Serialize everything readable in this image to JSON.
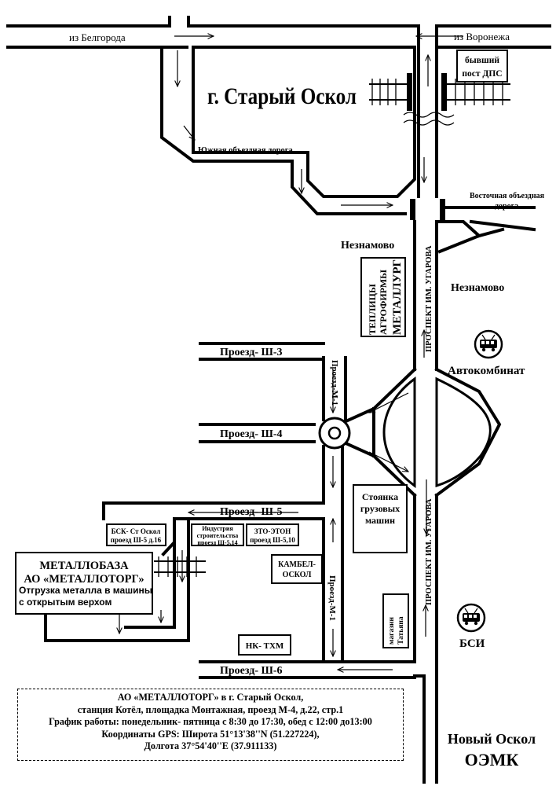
{
  "map": {
    "from_belgorod": "из Белгорода",
    "from_voronezh": "из Воронежа",
    "former_post": [
      "бывший",
      "пост ДПС"
    ],
    "city": "г. Старый Оскол",
    "south_bypass": "Южная объездная дорога",
    "east_bypass": [
      "Восточная объездная",
      "дорога"
    ],
    "neznamovo_left": "Незнамово",
    "neznamovo_right": "Незнамово",
    "metallurg": [
      "ТЕПЛИЦЫ",
      "АГРОФИРМЫ",
      "МЕТАЛЛУРГ"
    ],
    "prospekt_top": "ПРОСПЕКТ ИМ. УГАРОВА",
    "prospekt_bottom": "ПРОСПЕКТ ИМ. УГАРОВА",
    "proezd_sh3": "Проезд- Ш-3",
    "proezd_sh4": "Проезд- Ш-4",
    "proezd_sh5": "Проезд- Ш-5",
    "proezd_sh6": "Проезд- Ш-6",
    "proezd_m1_top": "Проезд-М-1",
    "proezd_m1_bottom": "Проезд-М-1",
    "avtokombinat": "Автокомбинат",
    "bsi": "БСИ",
    "truck_parking": [
      "Стоянка",
      "грузовых",
      "машин"
    ],
    "bsk": [
      "БСК- Ст Оскол",
      "проезд Ш-5 д.16"
    ],
    "industriya": [
      "Индустрия",
      "строительства",
      "проезд Ш-5,14"
    ],
    "zto": [
      "ЗТО-ЭТОН",
      "проезд Ш-5,10"
    ],
    "kambel": [
      "КАМБЕЛ-",
      "ОСКОЛ"
    ],
    "nk_tkhm": "НК- ТХМ",
    "tatyana": [
      "магазин",
      "Татьяна"
    ],
    "metallobaza": [
      "МЕТАЛЛОБАЗА",
      "АО «МЕТАЛЛОТОРГ»"
    ],
    "shipment": [
      "Отгрузка металла в машины",
      "с открытым верхом"
    ]
  },
  "info": {
    "line1": "АО «МЕТАЛЛОТОРГ» в г. Старый Оскол,",
    "line2": "станция Котёл, площадка Монтажная, проезд М-4, д.22, стр.1",
    "line3": "График работы: понедельник- пятница с 8:30 до 17:30, обед с 12:00 до13:00",
    "line4": "Координаты GPS: Широта 51°13'38''N (51.227224),",
    "line5": "Долгота 37°54'40''E (37.911133)"
  },
  "destination": {
    "city": "Новый Оскол",
    "plant": "ОЭМК"
  },
  "icons": [
    "bus-icon",
    "bus-icon"
  ]
}
